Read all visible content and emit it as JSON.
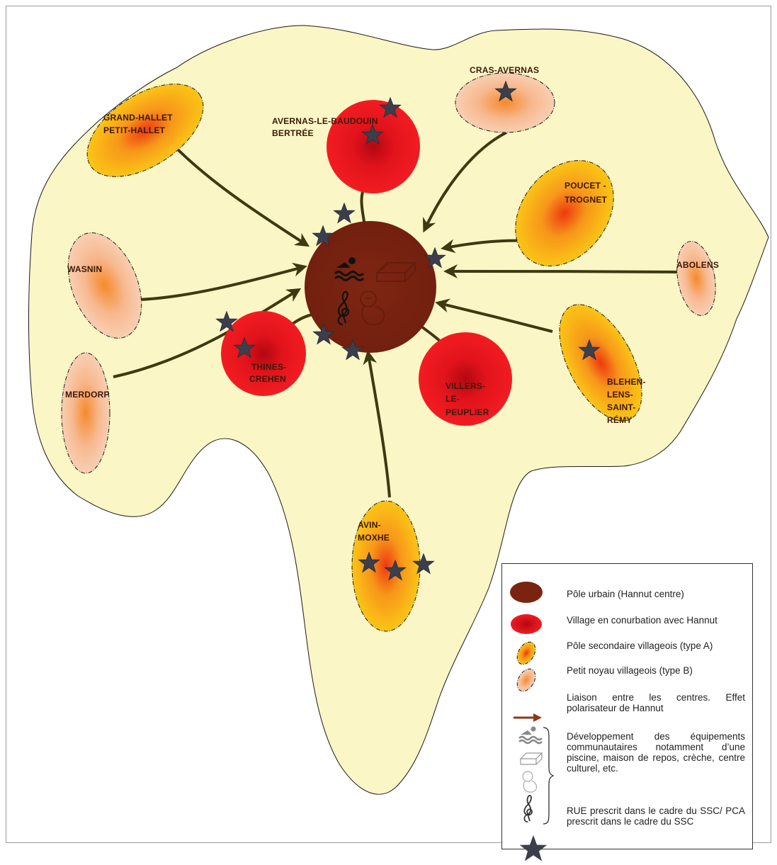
{
  "places": {
    "avernas": {
      "line1": "Avernas-Le-Baudouin",
      "line2": "Bertrée"
    },
    "cras": {
      "line1": "Cras-Avernas"
    },
    "grand": {
      "line1": "Grand-Hallet",
      "line2": "Petit-Hallet"
    },
    "poucet": {
      "line1": "Poucet -",
      "line2": "Trognet"
    },
    "wasnin": {
      "line1": "Wasnin"
    },
    "abolens": {
      "line1": "Abolens"
    },
    "merdorp": {
      "line1": "Merdorp"
    },
    "thines": {
      "line1": "Thines-",
      "line2": "Crehen"
    },
    "villers": {
      "line1": "Villers-",
      "line2": "Le-",
      "line3": "Peuplier"
    },
    "blehen": {
      "line1": "Blehen-",
      "line2": "lens-",
      "line3": "Saint-",
      "line4": "Rémy"
    },
    "avin": {
      "line1": "Avin-",
      "line2": "Moxhe"
    }
  },
  "legend": {
    "items": [
      {
        "symbol": "urban-pole",
        "text": "Pôle urbain (Hannut centre)"
      },
      {
        "symbol": "conurbation-village",
        "text": "Village en conurbation avec Hannut"
      },
      {
        "symbol": "secondary-pole",
        "text": "Pôle  secondaire villageois (type A)"
      },
      {
        "symbol": "small-core",
        "text": "Petit noyau villageois (type B)"
      },
      {
        "symbol": "link-arrow",
        "text": "Liaison  entre  les  centres.  Effet polarisateur de Hannut"
      },
      {
        "symbol": "equipment-icons",
        "text": "Développement  des  équipements communautaires  notamment  d’une piscine,  maison  de  repos,  crèche, centre culturel, etc."
      },
      {
        "symbol": "star",
        "text": "RUE  prescrit dans le cadre du SSC/ PCA prescrit dans le cadre du SSC"
      }
    ]
  },
  "colors": {
    "territory_fill": "#fbf6c5",
    "urban_pole": "#7a2410",
    "conurbation_red": "#e8101a",
    "secondary_orange": "#f7a915",
    "small_core_peach": "#f7bf98",
    "arrow": "#3d3910",
    "star": "#3b3f4c"
  }
}
